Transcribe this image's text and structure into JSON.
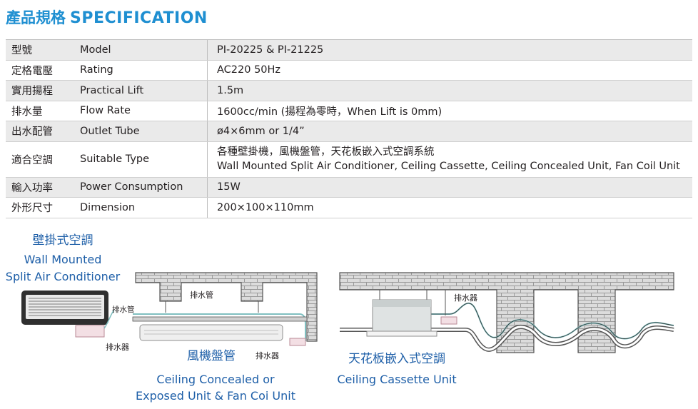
{
  "heading": {
    "zh": "產品規格",
    "en": "SPECIFICATION"
  },
  "specs": [
    {
      "zh": "型號",
      "en": "Model",
      "value": "PI-20225 & PI-21225"
    },
    {
      "zh": "定格電壓",
      "en": "Rating",
      "value": "AC220 50Hz"
    },
    {
      "zh": "實用揚程",
      "en": "Practical Lift",
      "value": "1.5m"
    },
    {
      "zh": "排水量",
      "en": "Flow Rate",
      "value": "1600cc/min (揚程為零時，When Lift is 0mm)"
    },
    {
      "zh": "出水配管",
      "en": "Outlet Tube",
      "value": "ø4×6mm or 1/4”"
    },
    {
      "zh": "適合空調",
      "en": "Suitable Type",
      "value": "各種壁掛機，風機盤管，天花板嵌入式空調系統",
      "value2": "Wall Mounted Split Air Conditioner, Ceiling Cassette, Ceiling Concealed Unit, Fan Coil Unit"
    },
    {
      "zh": "輸入功率",
      "en": "Power Consumption",
      "value": "15W"
    },
    {
      "zh": "外形尺寸",
      "en": "Dimension",
      "value": "200×100×110mm"
    }
  ],
  "diagrams": {
    "wall": {
      "zh": "壁掛式空調",
      "en1": "Wall Mounted",
      "en2": "Split Air Conditioner",
      "pipe": "排水管",
      "pump": "排水器"
    },
    "concealed": {
      "pipe": "排水管",
      "zh": "風機盤管",
      "pump": "排水器",
      "en1": "Ceiling Concealed or",
      "en2": "Exposed Unit & Fan Coi Unit"
    },
    "cassette": {
      "pump": "排水器",
      "zh": "天花板嵌入式空調",
      "en": "Ceiling Cassette Unit"
    }
  },
  "colors": {
    "accent": "#1f8fd1",
    "caption": "#1e5fa8",
    "brick": "#dcdcdc",
    "pipe": "#7fbfc0"
  }
}
